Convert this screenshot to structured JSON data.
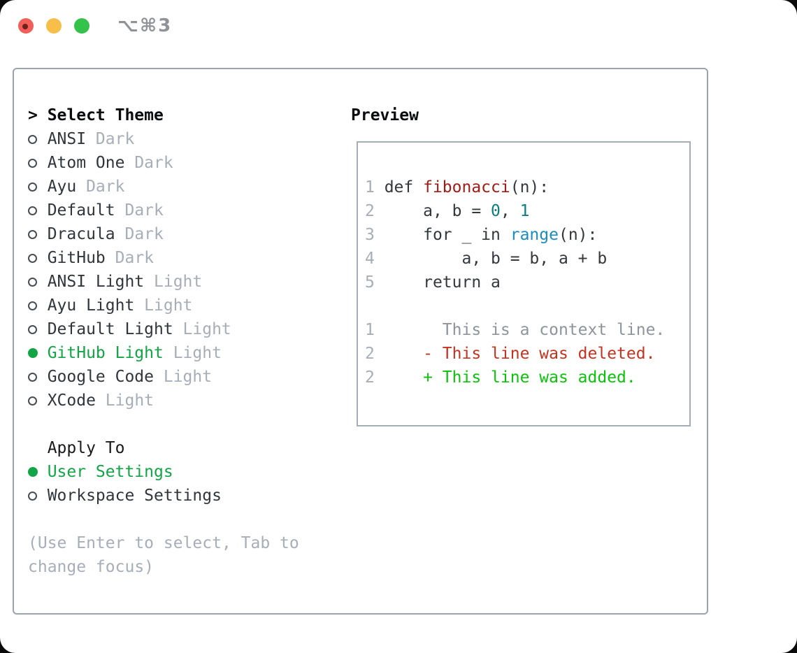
{
  "window": {
    "title": "⌥⌘3"
  },
  "theme_picker": {
    "cursor": ">",
    "heading": "Select Theme",
    "items": [
      {
        "name": "ANSI",
        "variant": "Dark",
        "selected": false
      },
      {
        "name": "Atom One",
        "variant": "Dark",
        "selected": false
      },
      {
        "name": "Ayu",
        "variant": "Dark",
        "selected": false
      },
      {
        "name": "Default",
        "variant": "Dark",
        "selected": false
      },
      {
        "name": "Dracula",
        "variant": "Dark",
        "selected": false
      },
      {
        "name": "GitHub",
        "variant": "Dark",
        "selected": false
      },
      {
        "name": "ANSI Light",
        "variant": "Light",
        "selected": false
      },
      {
        "name": "Ayu Light",
        "variant": "Light",
        "selected": false
      },
      {
        "name": "Default Light",
        "variant": "Light",
        "selected": false
      },
      {
        "name": "GitHub Light",
        "variant": "Light",
        "selected": true
      },
      {
        "name": "Google Code",
        "variant": "Light",
        "selected": false
      },
      {
        "name": "XCode",
        "variant": "Light",
        "selected": false
      }
    ]
  },
  "apply_to": {
    "heading": "Apply To",
    "options": [
      {
        "label": "User Settings",
        "selected": true
      },
      {
        "label": "Workspace Settings",
        "selected": false
      }
    ]
  },
  "help": {
    "line1": "(Use Enter to select, Tab to",
    "line2": "change focus)"
  },
  "preview": {
    "heading": "Preview",
    "code_lines": [
      {
        "num": "1",
        "tokens": [
          {
            "t": "def ",
            "c": "code"
          },
          {
            "t": "fibonacci",
            "c": "func"
          },
          {
            "t": "(n):",
            "c": "code"
          }
        ]
      },
      {
        "num": "2",
        "tokens": [
          {
            "t": "    a, b = ",
            "c": "code"
          },
          {
            "t": "0",
            "c": "lit"
          },
          {
            "t": ", ",
            "c": "code"
          },
          {
            "t": "1",
            "c": "lit"
          }
        ]
      },
      {
        "num": "3",
        "tokens": [
          {
            "t": "    for _ in ",
            "c": "code"
          },
          {
            "t": "range",
            "c": "builtin"
          },
          {
            "t": "(n):",
            "c": "code"
          }
        ]
      },
      {
        "num": "4",
        "tokens": [
          {
            "t": "        a, b = b, a + b",
            "c": "code"
          }
        ]
      },
      {
        "num": "5",
        "tokens": [
          {
            "t": "    return a",
            "c": "code"
          }
        ]
      }
    ],
    "diff_lines": [
      {
        "num": "1",
        "kind": "context",
        "text": "      This is a context line."
      },
      {
        "num": "2",
        "kind": "deleted",
        "text": "    - This line was deleted."
      },
      {
        "num": "2",
        "kind": "added",
        "text": "    + This line was added."
      }
    ]
  },
  "colors": {
    "selected_green": "#12a546",
    "diff_added_green": "#0bc30b",
    "diff_deleted_red": "#c5321f",
    "diff_context_gray": "#8d959c",
    "syntax_function_red": "#a31b15",
    "syntax_literal_teal": "#0d7e80",
    "syntax_builtin_blue": "#1b8cbe",
    "muted_gray": "#a6aeb8",
    "text_dark": "#30363b",
    "traffic_red": "#f25f58",
    "traffic_red_dot": "#70201c",
    "traffic_yellow": "#f7be4a",
    "traffic_green": "#35c24b"
  }
}
